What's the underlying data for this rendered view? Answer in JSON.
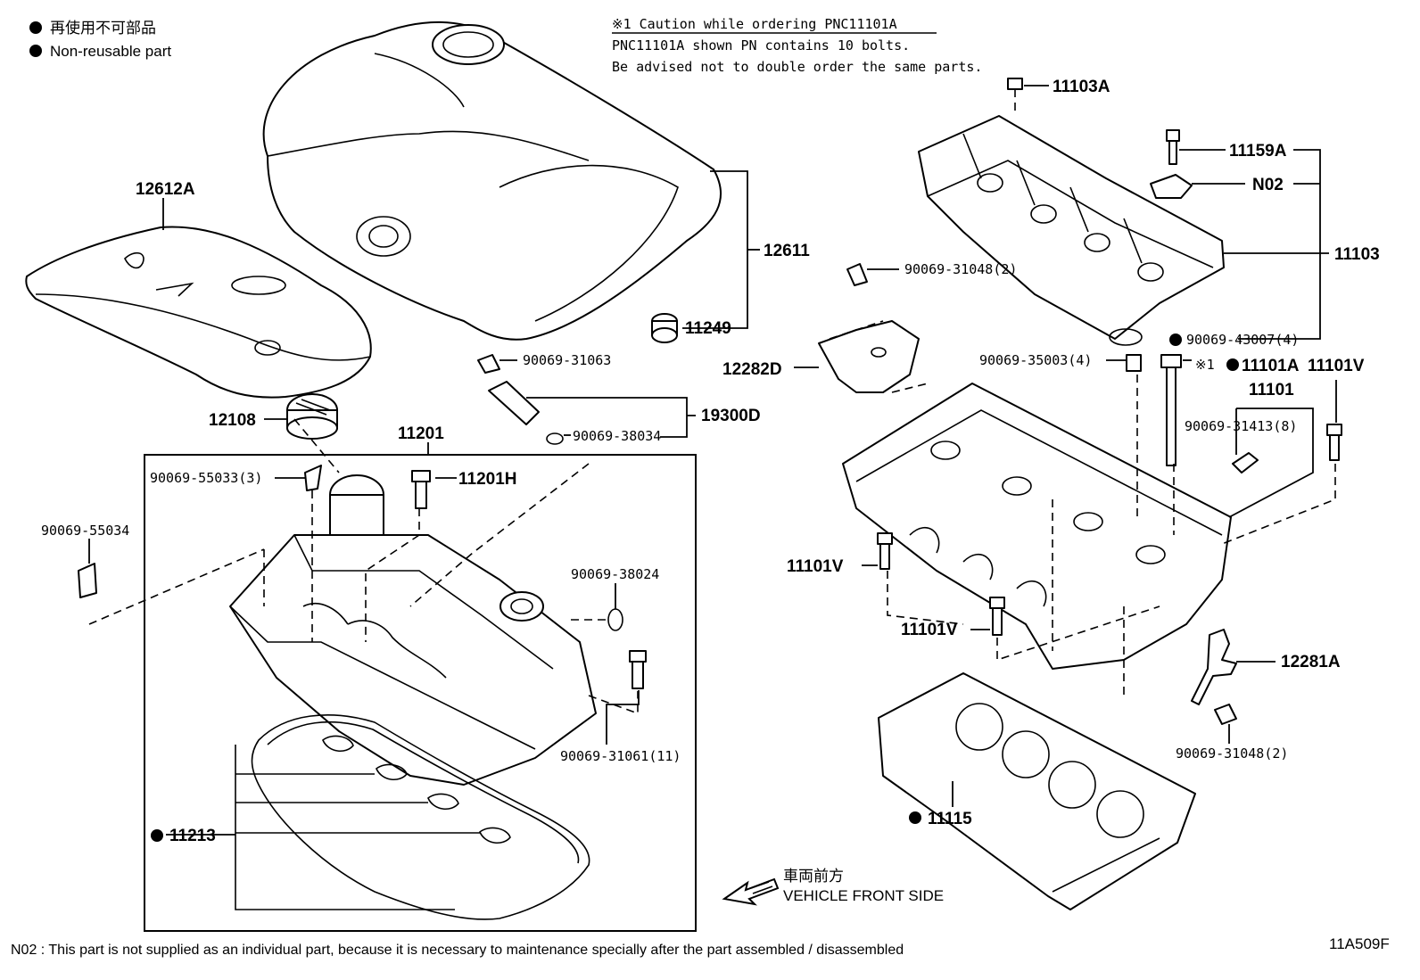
{
  "legend": {
    "jp": "再使用不可部品",
    "en": "Non-reusable part"
  },
  "caution": {
    "line1": "※1 Caution while ordering PNC11101A",
    "line2": "PNC11101A shown PN contains 10 bolts.",
    "line3": "Be advised not to double order the same parts."
  },
  "direction": {
    "jp": "車両前方",
    "en": "VEHICLE FRONT SIDE"
  },
  "footnote": "N02 : This part is not supplied as an individual part, because it is necessary to maintenance specially after the part assembled / disassembled",
  "diagram_code": "11A509F",
  "callouts": {
    "c12612A": "12612A",
    "c12611": "12611",
    "c11249": "11249",
    "c12108": "12108",
    "c11201": "11201",
    "c11201H": "11201H",
    "c90069_55033": "90069-55033(3)",
    "c90069_55034": "90069-55034",
    "c90069_31063": "90069-31063",
    "c19300D": "19300D",
    "c90069_38034": "90069-38034",
    "c90069_38024": "90069-38024",
    "c90069_31061": "90069-31061(11)",
    "c11213": "11213",
    "c11103A": "11103A",
    "c11159A": "11159A",
    "cN02": "N02",
    "c11103": "11103",
    "c90069_31048_top": "90069-31048(2)",
    "c12282D": "12282D",
    "c90069_43007": "90069-43007(4)",
    "c90069_35003": "90069-35003(4)",
    "c11101A_prefix": "※1",
    "c11101A": "11101A",
    "c11101V_right": "11101V",
    "c11101": "11101",
    "c90069_31413": "90069-31413(8)",
    "c11101V_left": "11101V",
    "c11101V_mid": "11101V",
    "c12281A": "12281A",
    "c90069_31048_bottom": "90069-31048(2)",
    "c11115": "11115"
  },
  "non_reusable_marked": [
    "11213",
    "90069-43007(4)",
    "11101A",
    "11115"
  ]
}
